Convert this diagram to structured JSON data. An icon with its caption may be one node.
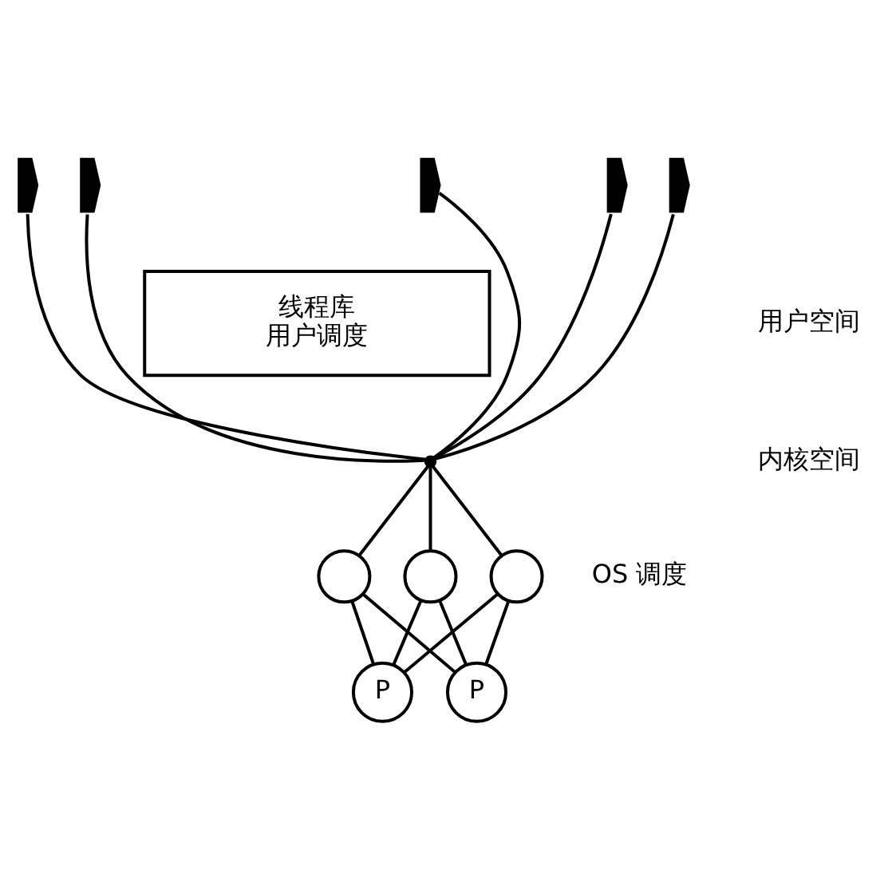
{
  "diagram": {
    "nodes": [
      {
        "text": [
          "线程库",
          "用户调度"
        ]
      },
      {
        "text": [],
        "shape": "squiggle"
      },
      {
        "text": [],
        "shape": "squiggle"
      },
      {
        "text": [],
        "shape": "squiggle"
      },
      {
        "text": [],
        "shape": "squiggle"
      },
      {
        "text": [],
        "shape": "squiggle"
      },
      {
        "text": [],
        "shape": "point"
      },
      {
        "text": [],
        "shape": "circle"
      },
      {
        "text": [],
        "shape": "circle"
      },
      {
        "text": [],
        "shape": "circle"
      },
      {
        "text": [
          "P"
        ]
      },
      {
        "text": [
          "P"
        ]
      }
    ],
    "edges": [
      {
        "from": 1,
        "to": 6,
        "arrow": "none"
      },
      {
        "from": 2,
        "to": 6,
        "arrow": "none"
      },
      {
        "from": 3,
        "to": 6,
        "arrow": "none"
      },
      {
        "from": 4,
        "to": 6,
        "arrow": "none"
      },
      {
        "from": 5,
        "to": 6,
        "arrow": "none"
      },
      {
        "from": 6,
        "to": 7,
        "arrow": "none"
      },
      {
        "from": 6,
        "to": 8,
        "arrow": "none"
      },
      {
        "from": 6,
        "to": 9,
        "arrow": "none"
      },
      {
        "from": 7,
        "to": 10,
        "arrow": "none"
      },
      {
        "from": 7,
        "to": 11,
        "arrow": "none"
      },
      {
        "from": 8,
        "to": 10,
        "arrow": "none"
      },
      {
        "from": 8,
        "to": 11,
        "arrow": "none"
      },
      {
        "from": 9,
        "to": 10,
        "arrow": "none"
      },
      {
        "from": 9,
        "to": 11,
        "arrow": "none"
      }
    ],
    "labels": [
      "用户空间",
      "内核空间",
      "OS 调度"
    ]
  }
}
